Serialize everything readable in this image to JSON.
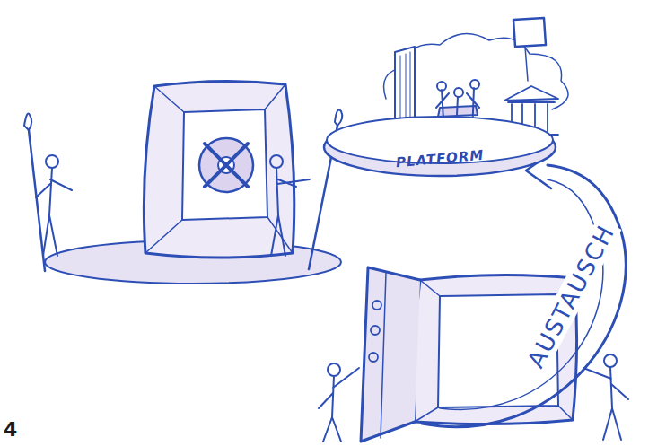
{
  "diagram": {
    "nodes": [
      {
        "text": [
          "PLATFORM"
        ]
      }
    ],
    "labels": [
      "AUSTAUSCH",
      "4"
    ]
  }
}
